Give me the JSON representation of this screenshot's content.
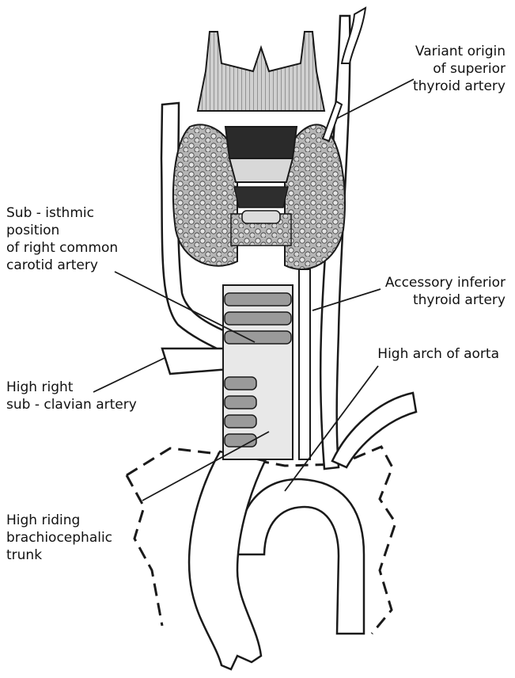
{
  "labels": {
    "superior_thyroid": [
      "Variant origin",
      "of superior",
      "thyroid artery"
    ],
    "subisthmic": [
      "Sub - isthmic",
      "position",
      "of right common",
      "carotid artery"
    ],
    "accessory_inferior": [
      "Accessory inferior",
      "thyroid artery"
    ],
    "high_arch": [
      "High arch of aorta"
    ],
    "high_right_subclavian": [
      "High right",
      "sub - clavian artery"
    ],
    "brachiocephalic": [
      "High riding",
      "brachiocephalic",
      "trunk"
    ]
  },
  "colors": {
    "ink": "#1a1a1a",
    "cartilage": "#c8c8c8",
    "gland": "#9a9a9a",
    "vessel": "#ffffff",
    "background": "#ffffff"
  }
}
